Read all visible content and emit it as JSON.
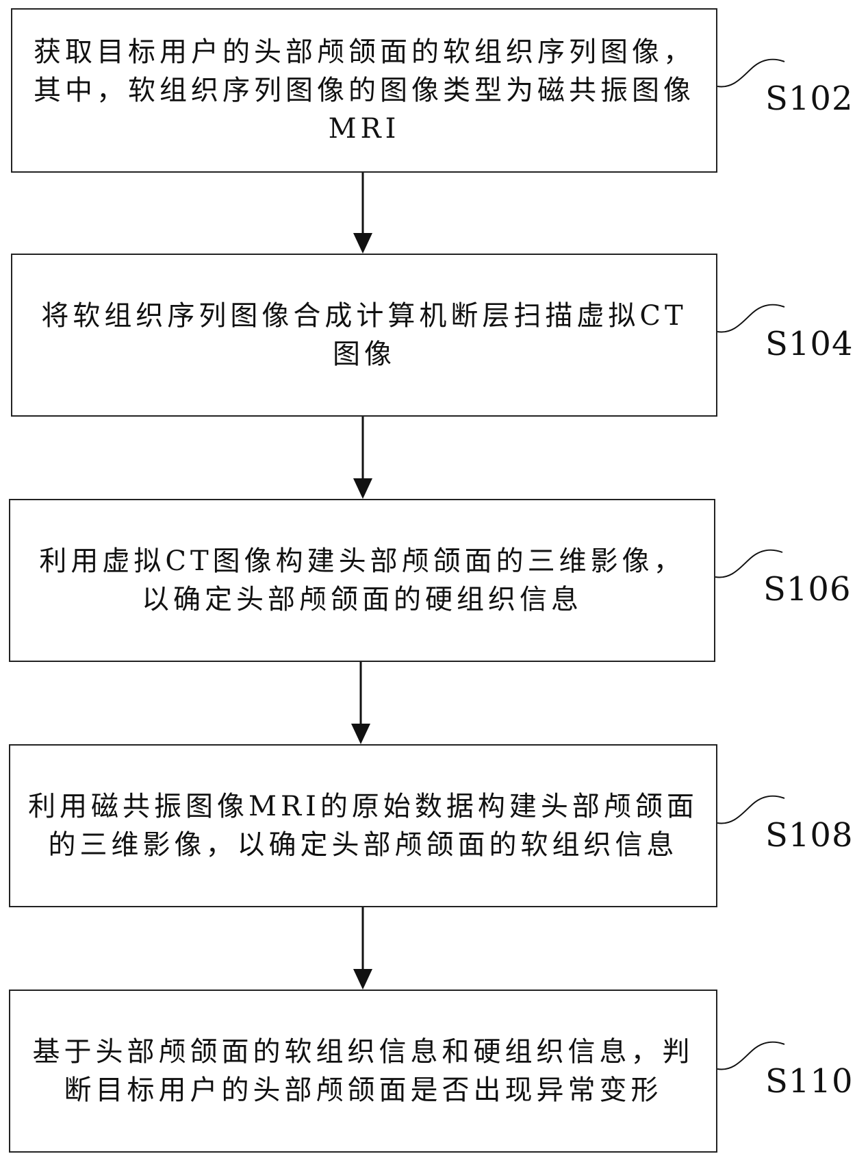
{
  "steps": [
    {
      "id": "S102",
      "label": "S102",
      "text": "获取目标用户的头部颅颌面的软组织序列图像，其中，软组织序列图像的图像类型为磁共振图像MRI"
    },
    {
      "id": "S104",
      "label": "S104",
      "text": "将软组织序列图像合成计算机断层扫描虚拟CT图像"
    },
    {
      "id": "S106",
      "label": "S106",
      "text": "利用虚拟CT图像构建头部颅颌面的三维影像，以确定头部颅颌面的硬组织信息"
    },
    {
      "id": "S108",
      "label": "S108",
      "text": "利用磁共振图像MRI的原始数据构建头部颅颌面的三维影像，以确定头部颅颌面的软组织信息"
    },
    {
      "id": "S110",
      "label": "S110",
      "text": "基于头部颅颌面的软组织信息和硬组织信息，判断目标用户的头部颅颌面是否出现异常变形"
    }
  ]
}
